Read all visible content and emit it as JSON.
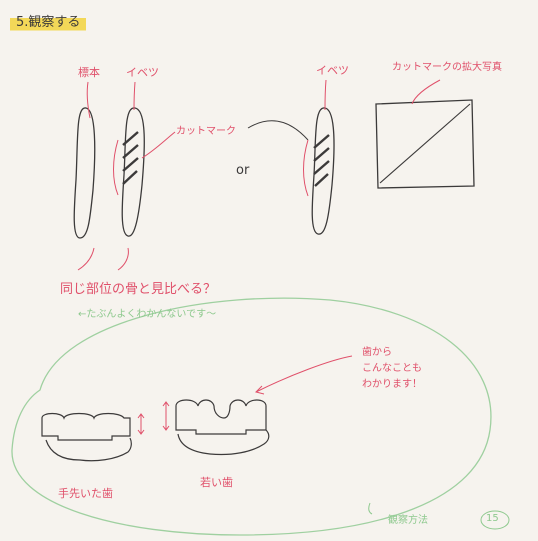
{
  "title": "5.観察する",
  "labels": {
    "control": "標本",
    "change_left": "イベツ",
    "cutmark": "カットマーク",
    "or": "or",
    "change_right": "イベツ",
    "cutmark_photo": "カットマークの拡大写真",
    "question": "同じ部位の骨と見比べる？",
    "note_green": "←たぶんよくわかんないです〜",
    "teeth_note": "歯から\nこんなことも\nわかります！",
    "teeth_left": "手先いた歯",
    "teeth_right": "若い歯",
    "footer": "観察方法",
    "footer_num": "15"
  },
  "colors": {
    "ink": "#3c3a3a",
    "red": "#e0506a",
    "green": "#8ec98e",
    "highlight": "#f3d858"
  }
}
